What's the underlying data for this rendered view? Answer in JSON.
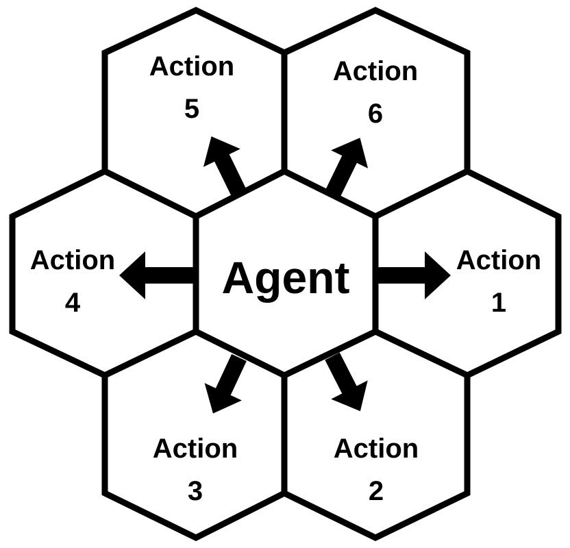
{
  "center": {
    "label": "Agent"
  },
  "actions": [
    {
      "id": "1",
      "line1": "Action",
      "line2": "1"
    },
    {
      "id": "2",
      "line1": "Action",
      "line2": "2"
    },
    {
      "id": "3",
      "line1": "Action",
      "line2": "3"
    },
    {
      "id": "4",
      "line1": "Action",
      "line2": "4"
    },
    {
      "id": "5",
      "line1": "Action",
      "line2": "5"
    },
    {
      "id": "6",
      "line1": "Action",
      "line2": "6"
    }
  ],
  "colors": {
    "stroke": "#000000",
    "fill": "#ffffff",
    "arrow": "#000000"
  }
}
